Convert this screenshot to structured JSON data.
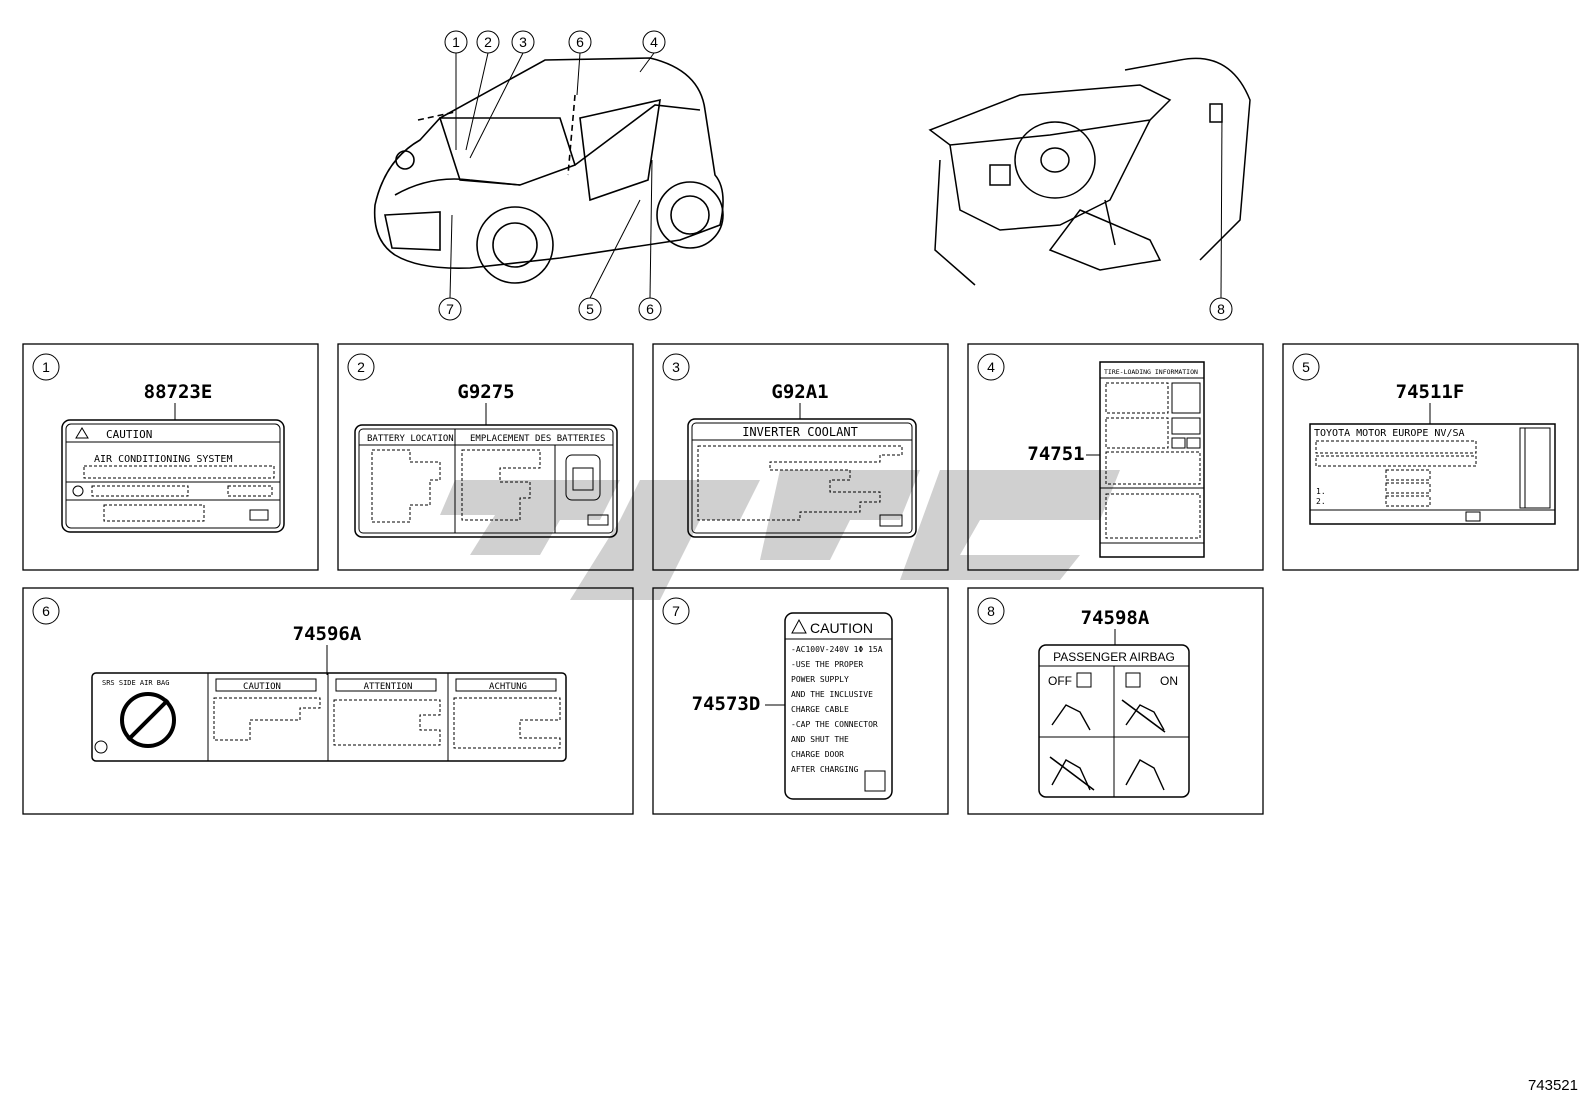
{
  "page_number": "743521",
  "overview_callouts": [
    "1",
    "2",
    "3",
    "6",
    "4",
    "7",
    "5",
    "6",
    "8"
  ],
  "panels": [
    {
      "num": "1",
      "part": "88723E",
      "caution": "CAUTION",
      "line": "AIR CONDITIONING SYSTEM"
    },
    {
      "num": "2",
      "part": "G9275",
      "left_head": "BATTERY LOCATION",
      "right_head": "EMPLACEMENT DES BATTERIES"
    },
    {
      "num": "3",
      "part": "G92A1",
      "head": "INVERTER COOLANT"
    },
    {
      "num": "4",
      "part": "74751",
      "head": "TIRE-LOADING INFORMATION"
    },
    {
      "num": "5",
      "part": "74511F",
      "head": "TOYOTA MOTOR EUROPE NV/SA",
      "r1": "1.",
      "r2": "2."
    },
    {
      "num": "6",
      "part": "74596A",
      "srs": "SRS SIDE AIR BAG",
      "c1": "CAUTION",
      "c2": "ATTENTION",
      "c3": "ACHTUNG"
    },
    {
      "num": "7",
      "part": "74573D",
      "head": "CAUTION",
      "lines": [
        "-AC100V-240V 1Φ 15A",
        "-USE THE PROPER",
        "POWER SUPPLY",
        "AND THE INCLUSIVE",
        "CHARGE CABLE",
        "-CAP THE CONNECTOR",
        "AND SHUT THE",
        "CHARGE DOOR",
        "AFTER CHARGING"
      ]
    },
    {
      "num": "8",
      "part": "74598A",
      "head": "PASSENGER AIRBAG",
      "off": "OFF",
      "on": "ON"
    }
  ]
}
